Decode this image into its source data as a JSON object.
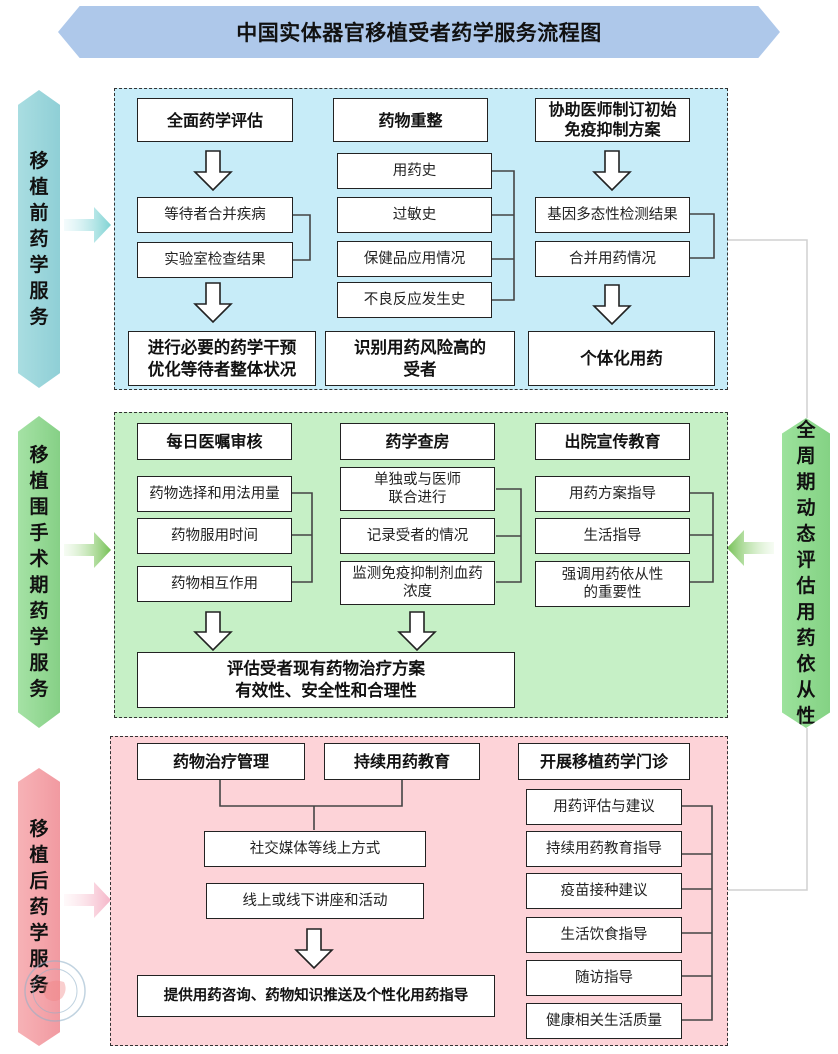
{
  "title": "中国实体器官移植受者药学服务流程图",
  "colors": {
    "title_banner": "#aec8ea",
    "pre_phase": "#c7ecf8",
    "peri_phase": "#c6f0c6",
    "post_phase": "#fdd3d8",
    "pre_banner": "#9fd6dc",
    "peri_banner": "#8fd68f",
    "post_banner": "#f4a0a6",
    "cycle_banner": "#8fd68f"
  },
  "phases": {
    "pre": {
      "label": "移植前药学服务",
      "columns": [
        {
          "header": "全面药学评估",
          "items": [
            "等待者合并疾病",
            "实验室检查结果"
          ],
          "result": "进行必要的药学干预\n优化等待者整体状况"
        },
        {
          "header": "药物重整",
          "items": [
            "用药史",
            "过敏史",
            "保健品应用情况",
            "不良反应发生史"
          ],
          "result": "识别用药风险高的\n受者"
        },
        {
          "header": "协助医师制订初始\n免疫抑制方案",
          "items": [
            "基因多态性检测结果",
            "合并用药情况"
          ],
          "result": "个体化用药"
        }
      ]
    },
    "peri": {
      "label": "移植围手术期药学服务",
      "columns": [
        {
          "header": "每日医嘱审核",
          "items": [
            "药物选择和用法用量",
            "药物服用时间",
            "药物相互作用"
          ]
        },
        {
          "header": "药学查房",
          "items": [
            "单独或与医师\n联合进行",
            "记录受者的情况",
            "监测免疫抑制剂血药\n浓度"
          ]
        },
        {
          "header": "出院宣传教育",
          "items": [
            "用药方案指导",
            "生活指导",
            "强调用药依从性\n的重要性"
          ]
        }
      ],
      "result": "评估受者现有药物治疗方案\n有效性、安全性和合理性"
    },
    "post": {
      "label": "移植后药学服务",
      "headers": [
        "药物治疗管理",
        "持续用药教育"
      ],
      "channels": [
        "社交媒体等线上方式",
        "线上或线下讲座和活动"
      ],
      "result": "提供用药咨询、药物知识推送及个性化用药指导",
      "clinic": {
        "header": "开展移植药学门诊",
        "items": [
          "用药评估与建议",
          "持续用药教育指导",
          "疫苗接种建议",
          "生活饮食指导",
          "随访指导",
          "健康相关生活质量"
        ]
      }
    }
  },
  "cycle": {
    "label": "全周期动态评估用药依从性"
  },
  "icons": {
    "down_arrow": "hollow-down-arrow",
    "phase_arrow": "gradient-right-arrow",
    "cycle_arrow": "gradient-left-arrow",
    "watermark": "chinese-medical-association-seal"
  }
}
